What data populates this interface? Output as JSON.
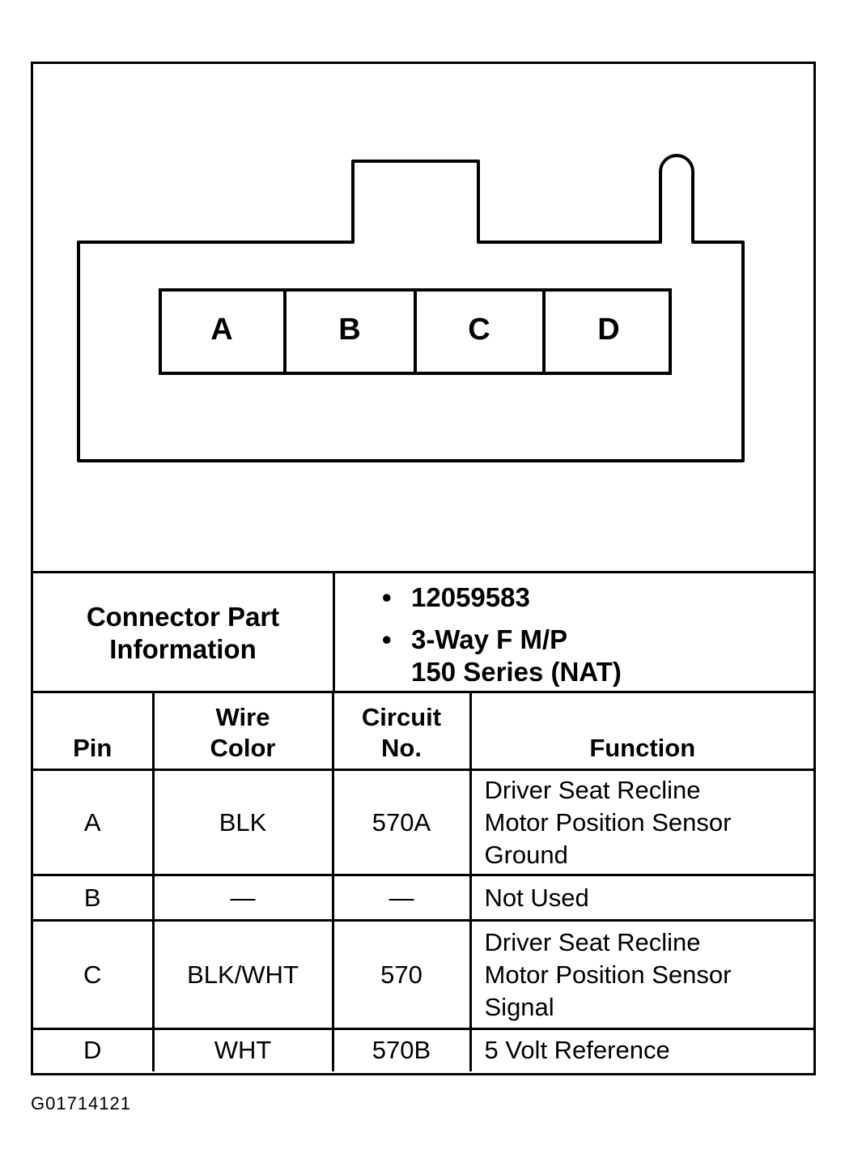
{
  "connector": {
    "cavities": [
      "A",
      "B",
      "C",
      "D"
    ]
  },
  "info": {
    "label_line1": "Connector Part",
    "label_line2": "Information",
    "bullets": [
      "12059583",
      "3-Way F M/P",
      "150 Series (NAT)"
    ]
  },
  "table": {
    "headers": {
      "pin": "Pin",
      "wire_color_line1": "Wire",
      "wire_color_line2": "Color",
      "circuit_line1": "Circuit",
      "circuit_line2": "No.",
      "function": "Function"
    },
    "rows": [
      {
        "pin": "A",
        "wire_color": "BLK",
        "circuit": "570A",
        "function": [
          "Driver Seat Recline",
          "Motor Position Sensor",
          "Ground"
        ]
      },
      {
        "pin": "B",
        "wire_color": "—",
        "circuit": "—",
        "function": [
          "Not Used"
        ]
      },
      {
        "pin": "C",
        "wire_color": "BLK/WHT",
        "circuit": "570",
        "function": [
          "Driver Seat Recline",
          "Motor Position Sensor",
          "Signal"
        ]
      },
      {
        "pin": "D",
        "wire_color": "WHT",
        "circuit": "570B",
        "function": [
          "5 Volt Reference"
        ]
      }
    ]
  },
  "footer": {
    "code": "G01714121"
  }
}
